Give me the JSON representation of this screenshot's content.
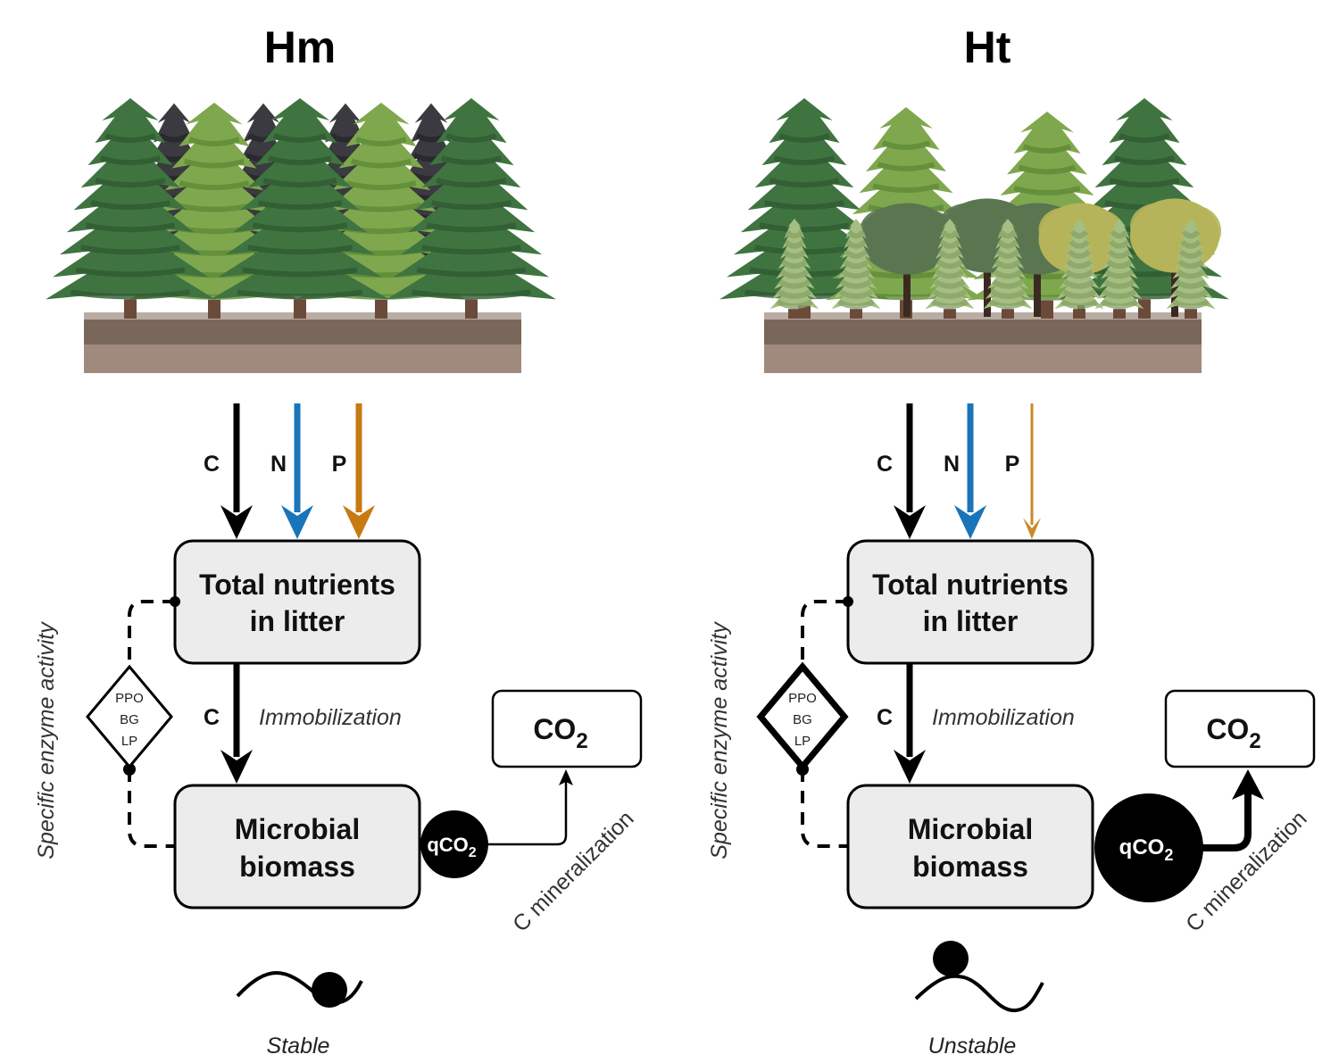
{
  "panels": [
    {
      "id": "hm",
      "title": "Hm",
      "forest": "monospecific conifer stand",
      "fluxes": [
        {
          "label": "C",
          "color": "#000000",
          "weight": "thick"
        },
        {
          "label": "N",
          "color": "#1a74b8",
          "weight": "thick"
        },
        {
          "label": "P",
          "color": "#c77a12",
          "weight": "thick"
        }
      ],
      "litter_box": {
        "line1": "Total nutrients",
        "line2": "in litter"
      },
      "immobilization": {
        "flux_label": "C",
        "label": "Immobilization"
      },
      "biomass_box": {
        "line1": "Microbial",
        "line2": "biomass"
      },
      "enzymes": {
        "axis_label_a": "Specific",
        "axis_label_b": "enzyme activity",
        "items": [
          "PPO",
          "BG",
          "LP"
        ],
        "weight": "normal"
      },
      "qco2": {
        "prefix": "qCO",
        "sub": "2",
        "size": "small"
      },
      "co2_box": {
        "text": "CO",
        "sub": "2"
      },
      "mineralization": {
        "label": "C mineralization",
        "weight": "thin"
      },
      "stability": {
        "label": "Stable",
        "state": "stable"
      }
    },
    {
      "id": "ht",
      "title": "Ht",
      "forest": "mixed conifer-broadleaf stand",
      "fluxes": [
        {
          "label": "C",
          "color": "#000000",
          "weight": "thick"
        },
        {
          "label": "N",
          "color": "#1a74b8",
          "weight": "thick"
        },
        {
          "label": "P",
          "color": "#c98a2a",
          "weight": "thin"
        }
      ],
      "litter_box": {
        "line1": "Total nutrients",
        "line2": "in litter"
      },
      "immobilization": {
        "flux_label": "C",
        "label": "Immobilization"
      },
      "biomass_box": {
        "line1": "Microbial",
        "line2": "biomass"
      },
      "enzymes": {
        "axis_label_a": "Specific",
        "axis_label_b": "enzyme activity",
        "items": [
          "PPO",
          "BG",
          "LP"
        ],
        "weight": "thick"
      },
      "qco2": {
        "prefix": "qCO",
        "sub": "2",
        "size": "large"
      },
      "co2_box": {
        "text": "CO",
        "sub": "2"
      },
      "mineralization": {
        "label": "C mineralization",
        "weight": "thick"
      },
      "stability": {
        "label": "Unstable",
        "state": "unstable"
      }
    }
  ],
  "colors": {
    "box_fill": "#ececec",
    "stroke": "#000000",
    "soil_top": "#7a675b",
    "soil_bottom": "#a08a7d",
    "litter": "#b9aca3",
    "conifer_dark": "#3f7440",
    "conifer_shade": "#2f5a31",
    "conifer_light": "#7fa84e",
    "conifer_pale": "#a5bf82",
    "conifer_black": "#3a3a40",
    "broadleaf_dark": "#5a7650",
    "broadleaf_yellow": "#b5b45a",
    "trunk": "#6b4a3a"
  }
}
